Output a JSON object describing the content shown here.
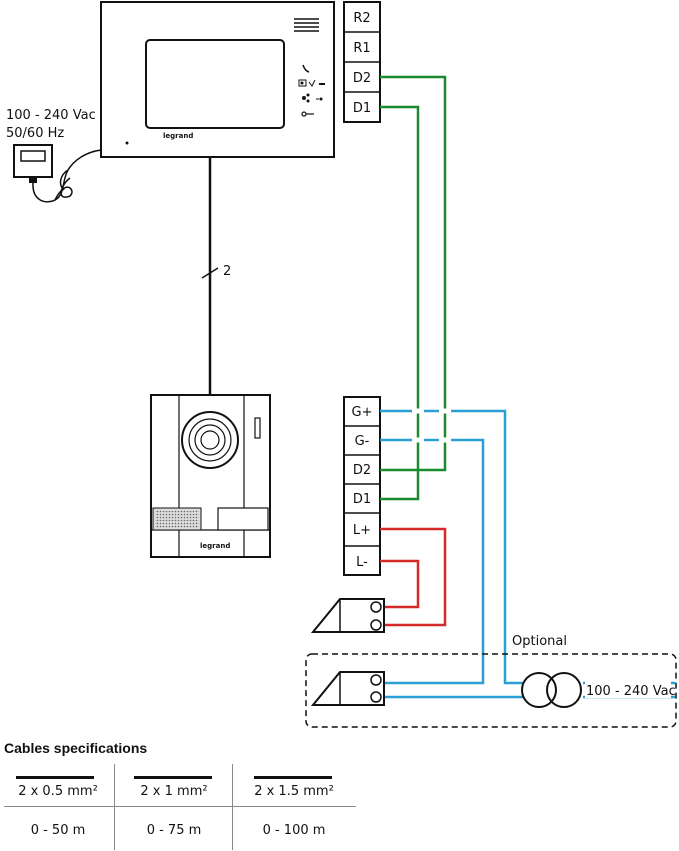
{
  "monitor": {
    "brand": "legrand",
    "terminals": [
      "R2",
      "R1",
      "D2",
      "D1"
    ]
  },
  "power_supply": {
    "voltage": "100 - 240 Vac",
    "frequency": "50/60 Hz"
  },
  "cable_count": "2",
  "external_module": {
    "terminals": [
      "G+",
      "G-",
      "D2",
      "D1",
      "L+",
      "L-"
    ]
  },
  "door_panel": {
    "brand": "legrand"
  },
  "optional": {
    "label": "Optional",
    "transformer_voltage": "100 - 240 Vac"
  },
  "wire_colors": {
    "data": "#1a8a2e",
    "power": "#2a9fd6",
    "lock": "#d42a2a",
    "bus": "#111111"
  },
  "cables": {
    "title": "Cables specifications",
    "sections": [
      "2 x 0.5 mm²",
      "2 x 1 mm²",
      "2 x 1.5 mm²"
    ],
    "lengths": [
      "0 - 50 m",
      "0 - 75 m",
      "0 - 100 m"
    ]
  }
}
